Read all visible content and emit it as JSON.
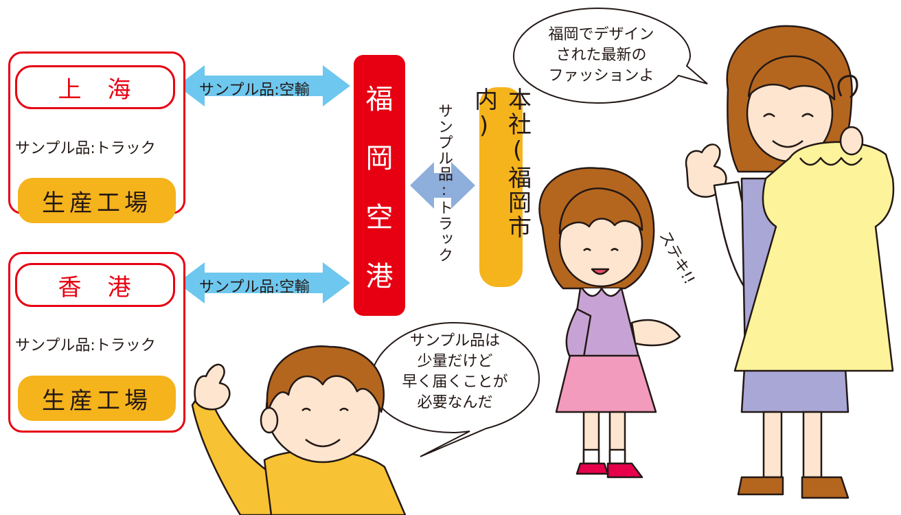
{
  "groups": [
    {
      "city": "上　海",
      "truck_label": "サンプル品:トラック",
      "factory": "生産工場",
      "air_label": "サンプル品:空輸"
    },
    {
      "city": "香　港",
      "truck_label": "サンプル品:トラック",
      "factory": "生産工場",
      "air_label": "サンプル品:空輸"
    }
  ],
  "airport": {
    "chars": [
      "福",
      "岡",
      "空",
      "港"
    ]
  },
  "hq": {
    "label": "本社(福岡市内)"
  },
  "truck_to_hq_label": "サンプル品:トラック",
  "bubbles": {
    "woman": [
      "福岡でデザイン",
      "された最新の",
      "ファッションよ"
    ],
    "boy": [
      "サンプル品は",
      "少量だけど",
      "早く届くことが",
      "必要なんだ"
    ],
    "girl_exclaim": "ステキ!!"
  },
  "colors": {
    "red": "#e60012",
    "yellow": "#f5b31c",
    "sky_arrow": "#6dc7ee",
    "blue_arrow": "#8eaedb"
  }
}
